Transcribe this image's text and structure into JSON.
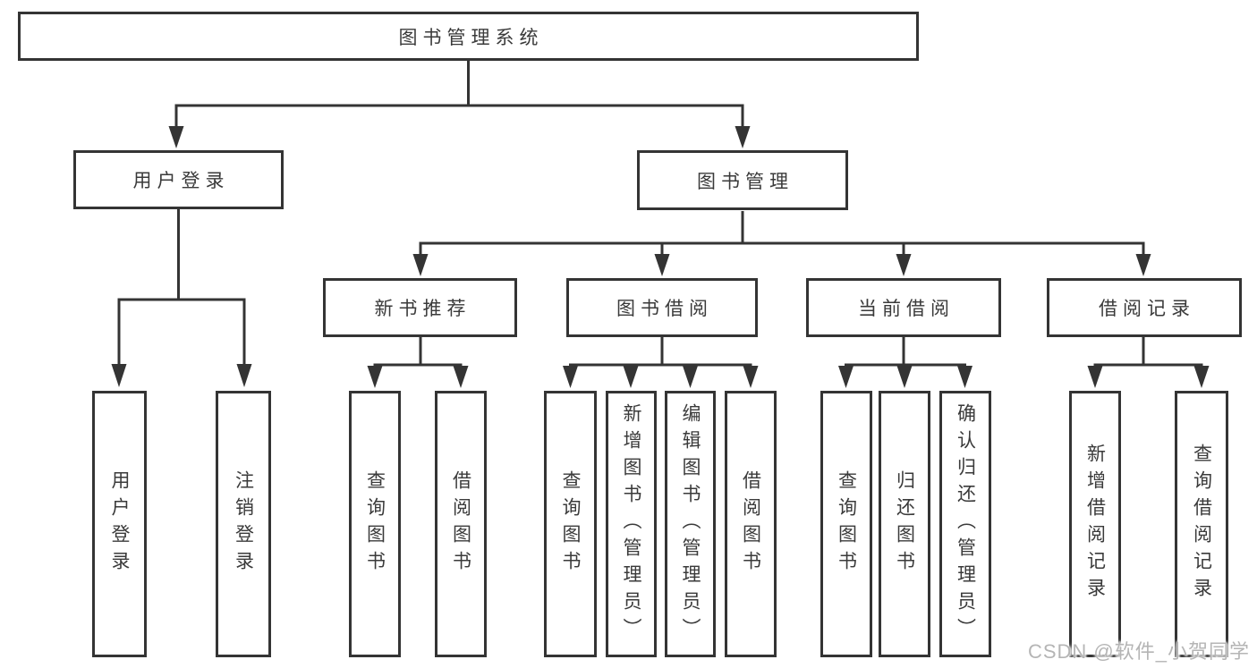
{
  "diagram": {
    "title": "图书管理系统",
    "colors": {
      "line": "#343434",
      "text": "#3a3a3a",
      "box_background": "#ffffff",
      "watermark": "#b5b5b5",
      "background": "#ffffff"
    },
    "nodes": {
      "root": {
        "label": "图书管理系统"
      },
      "user_login_group": {
        "label": "用户登录"
      },
      "book_management": {
        "label": "图书管理"
      },
      "new_book_recommend": {
        "label": "新书推荐"
      },
      "book_borrow": {
        "label": "图书借阅"
      },
      "current_borrow": {
        "label": "当前借阅"
      },
      "borrow_records": {
        "label": "借阅记录"
      },
      "leaves": [
        {
          "label": "用户登录"
        },
        {
          "label": "注销登录"
        },
        {
          "label": "查询图书"
        },
        {
          "label": "借阅图书"
        },
        {
          "label": "查询图书"
        },
        {
          "label": "新增图书（管理员）"
        },
        {
          "label": "编辑图书（管理员）"
        },
        {
          "label": "借阅图书"
        },
        {
          "label": "查询图书"
        },
        {
          "label": "归还图书"
        },
        {
          "label": "确认归还（管理员）"
        },
        {
          "label": "新增借阅记录"
        },
        {
          "label": "查询借阅记录"
        }
      ]
    },
    "watermark": "CSDN @软件_小贺同学"
  }
}
